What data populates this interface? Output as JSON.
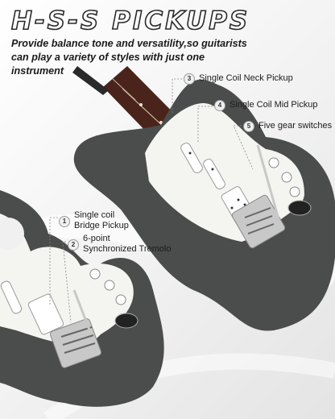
{
  "title": "H-S-S PICKUPS",
  "subtitle": "Provide balance tone and versatility,so guitarists can play a variety of styles with just one instrument",
  "callouts": [
    {
      "num": "1",
      "lines": [
        "Single coil",
        "Bridge Pickup"
      ]
    },
    {
      "num": "2",
      "lines": [
        "6-point",
        "Synchronized Tremolo"
      ]
    },
    {
      "num": "3",
      "lines": [
        "Single Coil Neck Pickup"
      ]
    },
    {
      "num": "4",
      "lines": [
        "Single Coil Mid Pickup"
      ]
    },
    {
      "num": "5",
      "lines": [
        "Five gear switches"
      ]
    }
  ],
  "colors": {
    "body": "#4a4d4b",
    "pickguard": "#f4f4f0",
    "fretboard": "#4a241b",
    "hardware": "#c8c8c8"
  }
}
